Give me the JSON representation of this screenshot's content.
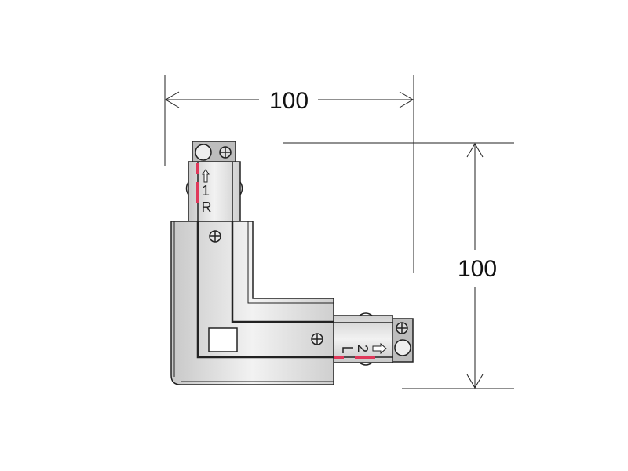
{
  "dimensions": {
    "width_label": "100",
    "height_label": "100"
  },
  "markings": {
    "port1_number": "1",
    "port1_side": "R",
    "port2_number": "2",
    "port2_side": "L"
  },
  "colors": {
    "body": "#dcdcdc",
    "outline": "#222222",
    "accent_stripe": "#e0385a"
  }
}
